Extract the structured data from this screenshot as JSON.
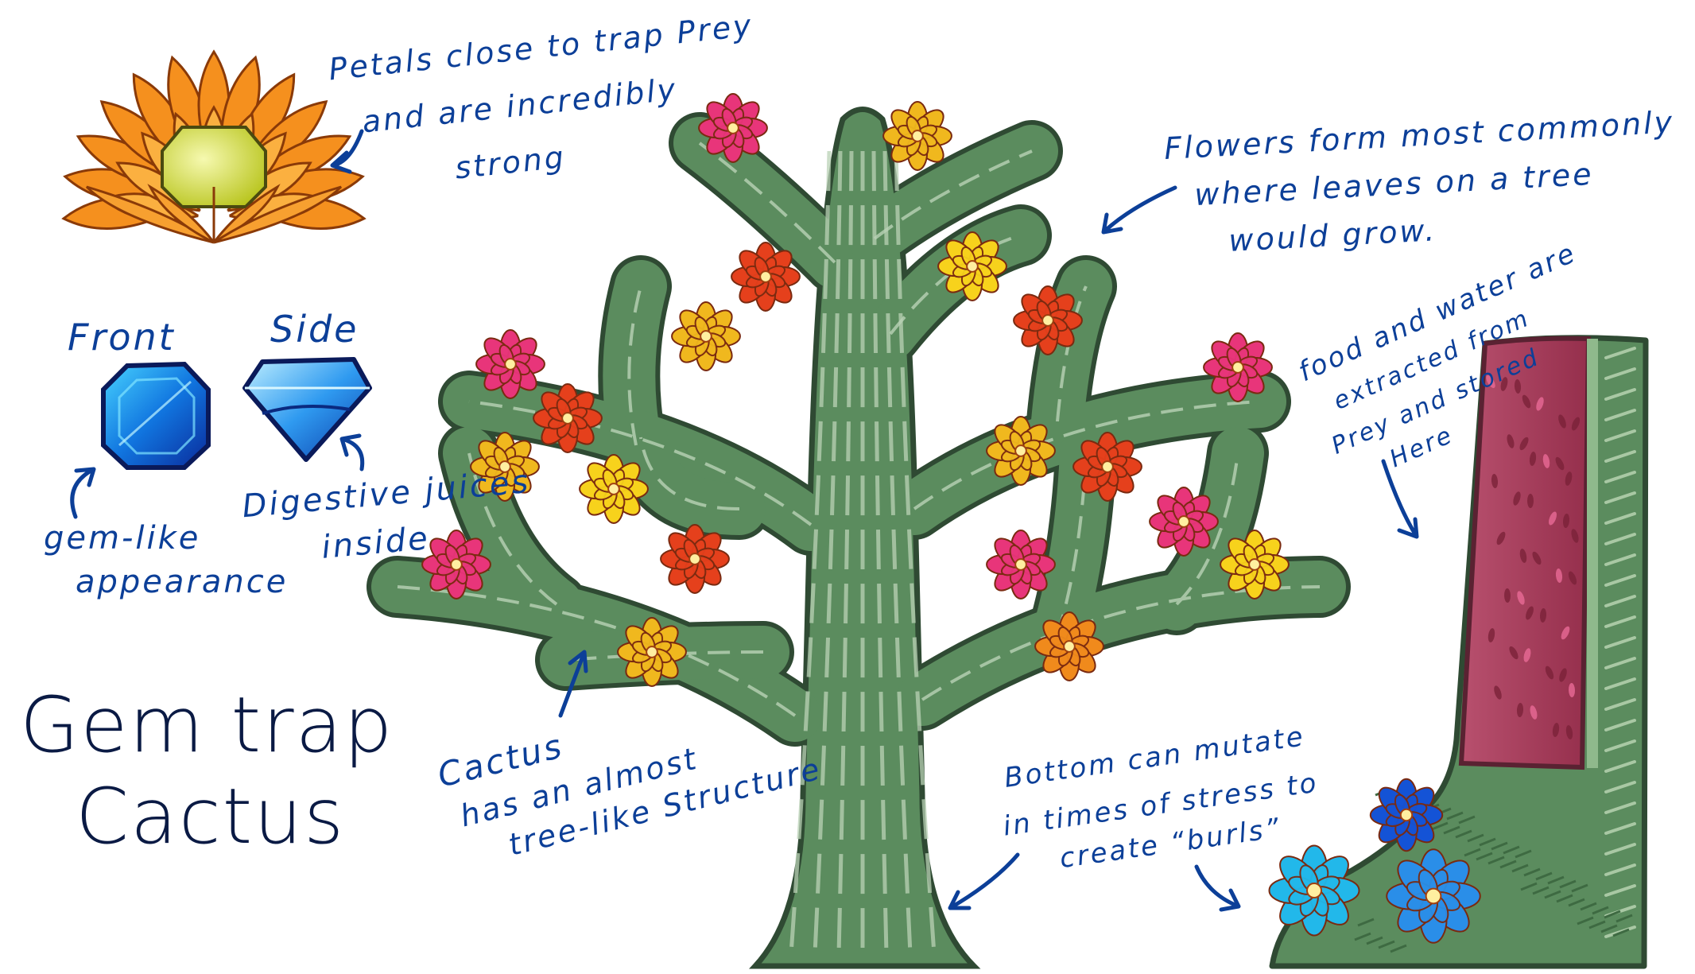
{
  "title": {
    "line1": "Gem trap",
    "line2": "Cactus"
  },
  "notes": {
    "petals": [
      "Petals close to trap Prey",
      "and are incredibly",
      "strong"
    ],
    "gem_front": "Front",
    "gem_side": "Side",
    "gem_like": [
      "gem-like",
      "appearance"
    ],
    "digestive": [
      "Digestive juices",
      "inside"
    ],
    "tree_like": [
      "Cactus",
      "has an almost",
      "tree-like Structure"
    ],
    "flowers": [
      "Flowers form most commonly",
      "where leaves on a tree",
      "would grow."
    ],
    "food": [
      "food and water are",
      "extracted from",
      "Prey and stored",
      "Here"
    ],
    "bottom": [
      "Bottom can mutate",
      "in times of stress to",
      "create “burls”"
    ]
  },
  "colors": {
    "ink": "#0c3f98",
    "cactus": "#5b8c5e",
    "cactus_outline": "#2f4a33",
    "stripe": "#b9d2b5",
    "flesh": "#a33a57",
    "pink": "#e8357a",
    "red": "#e5401c",
    "orange": "#f08a1c",
    "gold": "#f0b81e",
    "yellow": "#f7d21c",
    "blue": "#1453d6",
    "cyan": "#22b8ea",
    "lightblue": "#2a8ee8"
  }
}
